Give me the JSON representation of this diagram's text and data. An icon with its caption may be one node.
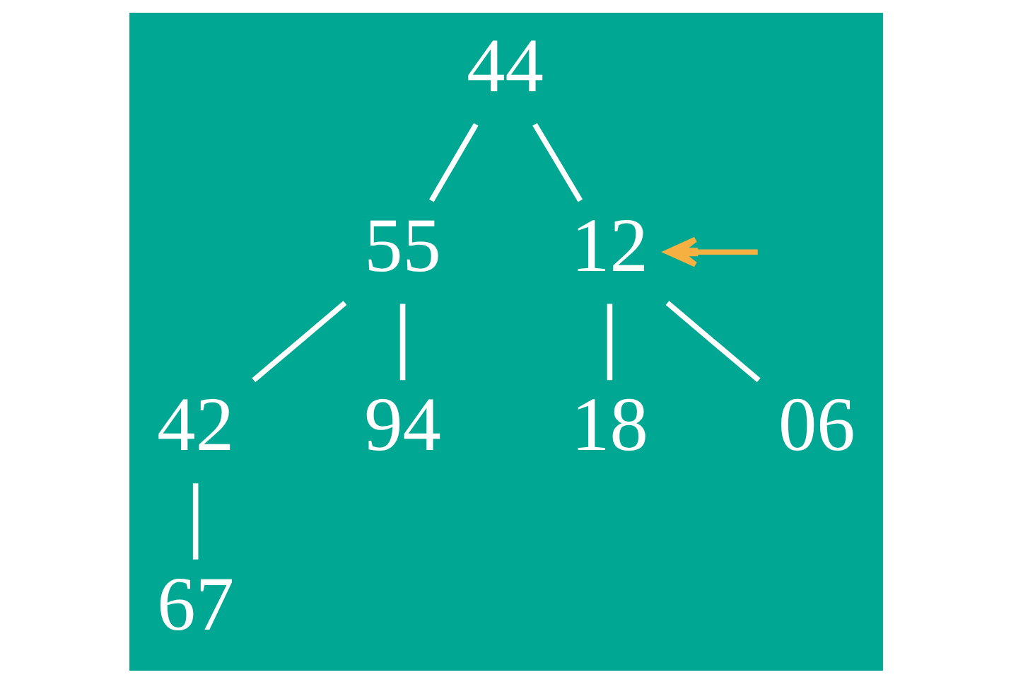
{
  "diagram": {
    "nodes": [
      {
        "text": [
          "44"
        ]
      },
      {
        "text": [
          "55"
        ]
      },
      {
        "text": [
          "12"
        ]
      },
      {
        "text": [
          "42"
        ]
      },
      {
        "text": [
          "94"
        ]
      },
      {
        "text": [
          "18"
        ]
      },
      {
        "text": [
          "06"
        ]
      },
      {
        "text": [
          "67"
        ]
      }
    ],
    "edges": [
      {
        "from": 0,
        "to": 1,
        "arrow": "none"
      },
      {
        "from": 0,
        "to": 2,
        "arrow": "none"
      },
      {
        "from": 1,
        "to": 3,
        "arrow": "none"
      },
      {
        "from": 1,
        "to": 4,
        "arrow": "none"
      },
      {
        "from": 2,
        "to": 5,
        "arrow": "none"
      },
      {
        "from": 2,
        "to": 6,
        "arrow": "none"
      },
      {
        "from": 3,
        "to": 7,
        "arrow": "none"
      },
      {
        "from": null,
        "to": 2,
        "arrow": "to",
        "color": "#f5b041"
      }
    ]
  }
}
